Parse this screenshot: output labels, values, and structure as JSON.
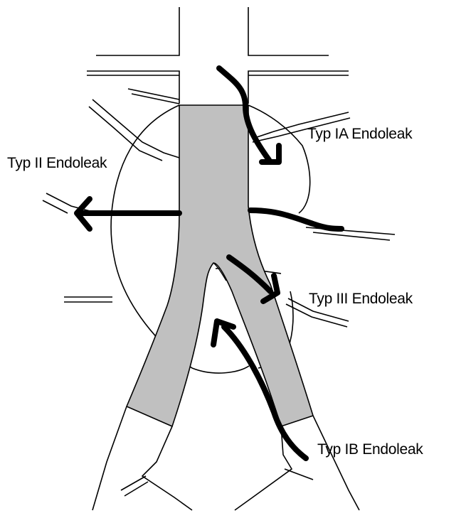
{
  "labels": {
    "typ_ia": "Typ IA Endoleak",
    "typ_ii": "Typ II Endoleak",
    "typ_iii": "Typ III Endoleak",
    "typ_ib": "Typ IB Endoleak"
  },
  "colors": {
    "background": "#ffffff",
    "stent_graft": "#c0c0c0",
    "outline": "#000000"
  }
}
